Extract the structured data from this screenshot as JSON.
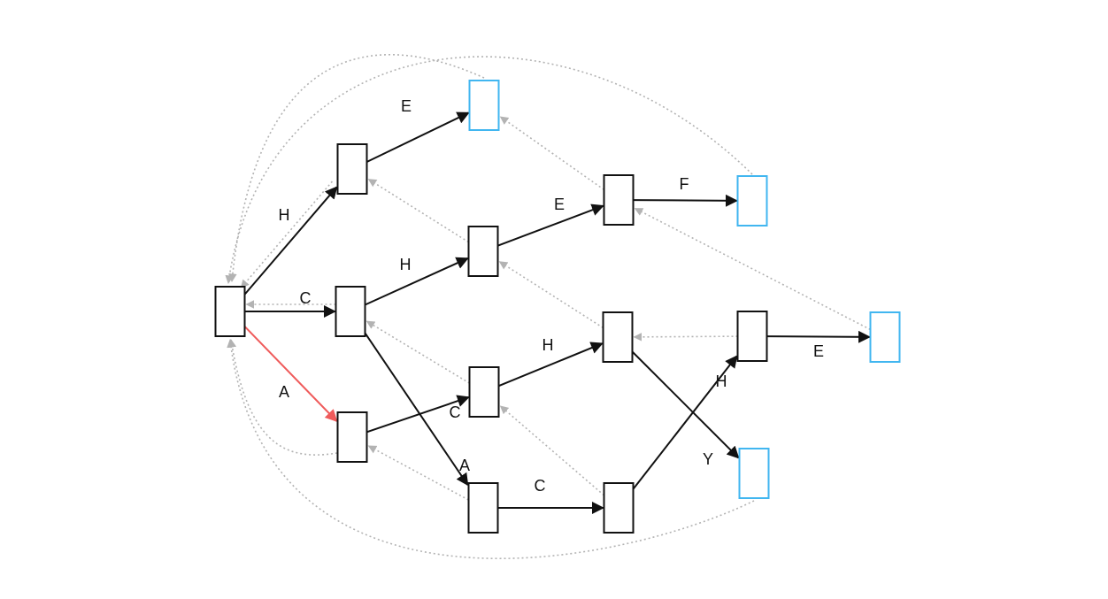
{
  "colors": {
    "node_border": "#111111",
    "terminal_border": "#41b6f0",
    "edge": "#111111",
    "highlight_edge": "#ef5b5b",
    "failure_link": "#b3b3b3",
    "background": "#ffffff"
  },
  "nodes": [
    {
      "id": "root",
      "terminal": false
    },
    {
      "id": "H",
      "terminal": false
    },
    {
      "id": "C",
      "terminal": false
    },
    {
      "id": "A",
      "terminal": false
    },
    {
      "id": "HE",
      "terminal": true
    },
    {
      "id": "CH",
      "terminal": false
    },
    {
      "id": "AC",
      "terminal": false
    },
    {
      "id": "CA",
      "terminal": false
    },
    {
      "id": "CHE",
      "terminal": false
    },
    {
      "id": "ACH",
      "terminal": false
    },
    {
      "id": "CAC",
      "terminal": false
    },
    {
      "id": "CHEF",
      "terminal": true
    },
    {
      "id": "CACH",
      "terminal": false
    },
    {
      "id": "ACHY",
      "terminal": true
    },
    {
      "id": "CACHE",
      "terminal": true
    }
  ],
  "edges": [
    {
      "from": "root",
      "to": "H",
      "label": "H",
      "highlight": false
    },
    {
      "from": "root",
      "to": "C",
      "label": "C",
      "highlight": false
    },
    {
      "from": "root",
      "to": "A",
      "label": "A",
      "highlight": true
    },
    {
      "from": "H",
      "to": "HE",
      "label": "E",
      "highlight": false
    },
    {
      "from": "C",
      "to": "CH",
      "label": "H",
      "highlight": false
    },
    {
      "from": "C",
      "to": "CA",
      "label": "A",
      "highlight": false
    },
    {
      "from": "A",
      "to": "AC",
      "label": "C",
      "highlight": false
    },
    {
      "from": "CH",
      "to": "CHE",
      "label": "E",
      "highlight": false
    },
    {
      "from": "AC",
      "to": "ACH",
      "label": "H",
      "highlight": false
    },
    {
      "from": "CA",
      "to": "CAC",
      "label": "C",
      "highlight": false
    },
    {
      "from": "CHE",
      "to": "CHEF",
      "label": "F",
      "highlight": false
    },
    {
      "from": "ACH",
      "to": "ACHY",
      "label": "Y",
      "highlight": false
    },
    {
      "from": "CAC",
      "to": "CACH",
      "label": "H",
      "highlight": false
    },
    {
      "from": "CACH",
      "to": "CACHE",
      "label": "E",
      "highlight": false
    }
  ],
  "failure_links": [
    {
      "from": "H",
      "to": "root"
    },
    {
      "from": "C",
      "to": "root"
    },
    {
      "from": "A",
      "to": "root"
    },
    {
      "from": "HE",
      "to": "root"
    },
    {
      "from": "CHEF",
      "to": "root"
    },
    {
      "from": "ACHY",
      "to": "root"
    },
    {
      "from": "CH",
      "to": "H"
    },
    {
      "from": "CA",
      "to": "A"
    },
    {
      "from": "AC",
      "to": "C"
    },
    {
      "from": "CHE",
      "to": "HE"
    },
    {
      "from": "ACH",
      "to": "CH"
    },
    {
      "from": "CAC",
      "to": "AC"
    },
    {
      "from": "CACH",
      "to": "ACH"
    },
    {
      "from": "CACHE",
      "to": "CHE"
    }
  ]
}
